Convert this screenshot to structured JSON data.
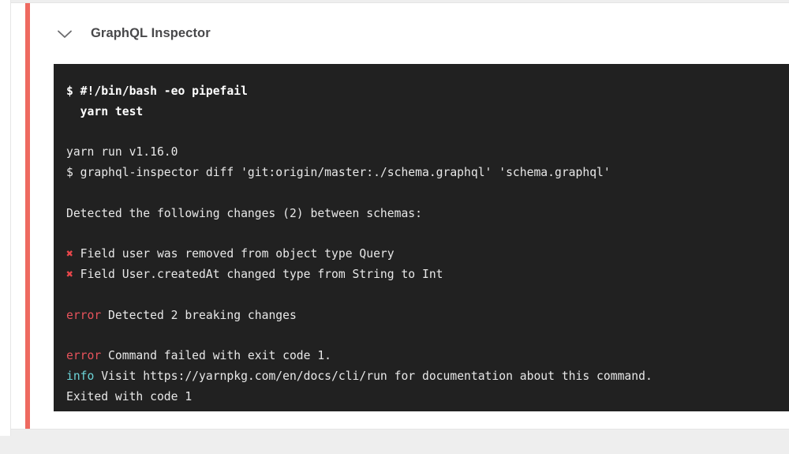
{
  "page": {
    "background_color": "#eeeeee"
  },
  "step_card": {
    "status_color": "#ee6a60",
    "collapse_icon": "chevron-down-icon",
    "title": "GraphQL Inspector"
  },
  "terminal": {
    "background_color": "#212121",
    "text_color": "#e8e8e8",
    "error_color": "#e8535c",
    "info_color": "#6cd4d8",
    "fail_mark": "✖",
    "lines": [
      {
        "type": "command",
        "text": "$ #!/bin/bash -eo pipefail"
      },
      {
        "type": "command",
        "text": "  yarn test"
      },
      {
        "type": "blank",
        "text": ""
      },
      {
        "type": "output",
        "text": "yarn run v1.16.0"
      },
      {
        "type": "output",
        "text": "$ graphql-inspector diff 'git:origin/master:./schema.graphql' 'schema.graphql'"
      },
      {
        "type": "blank",
        "text": ""
      },
      {
        "type": "output",
        "text": "Detected the following changes (2) between schemas:"
      },
      {
        "type": "blank",
        "text": ""
      },
      {
        "type": "fail",
        "text": "Field user was removed from object type Query"
      },
      {
        "type": "fail",
        "text": "Field User.createdAt changed type from String to Int"
      },
      {
        "type": "blank",
        "text": ""
      },
      {
        "type": "error",
        "label": "error",
        "text": "Detected 2 breaking changes"
      },
      {
        "type": "blank",
        "text": ""
      },
      {
        "type": "error",
        "label": "error",
        "text": "Command failed with exit code 1."
      },
      {
        "type": "info",
        "label": "info",
        "text": "Visit https://yarnpkg.com/en/docs/cli/run for documentation about this command."
      },
      {
        "type": "output",
        "text": "Exited with code 1"
      }
    ]
  }
}
